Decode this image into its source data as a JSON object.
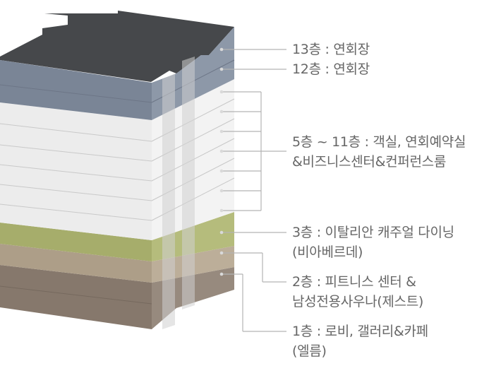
{
  "floors": [
    {
      "id": "13",
      "lines": [
        "13층 : 연회장"
      ]
    },
    {
      "id": "12",
      "lines": [
        "12층 : 연회장"
      ]
    },
    {
      "id": "5-11",
      "lines": [
        "5층 ~ 11층 : 객실, 연회예약실",
        "&비즈니스센터&컨퍼런스룸"
      ]
    },
    {
      "id": "3",
      "lines": [
        "3층 : 이탈리안 캐주얼 다이닝",
        "(비아베르데)"
      ]
    },
    {
      "id": "2",
      "lines": [
        "2층 : 피트니스 센터 &",
        "남성전용사우나(제스트)"
      ]
    },
    {
      "id": "1",
      "lines": [
        "1층 : 로비, 갤러리&카페",
        "(엘름)"
      ]
    }
  ],
  "colors": {
    "roof": "#46484b",
    "banquet_front": "#7a8596",
    "banquet_side": "#8d98a8",
    "rooms_front": "#ececec",
    "rooms_side": "#f3f3f3",
    "dining_front": "#a6ad6b",
    "dining_side": "#b5bc7c",
    "fitness_front": "#ad9e88",
    "fitness_side": "#bcae99",
    "lobby_front": "#86786c",
    "lobby_side": "#978a7e",
    "connector": "#b3b3b3",
    "text": "#666666"
  }
}
